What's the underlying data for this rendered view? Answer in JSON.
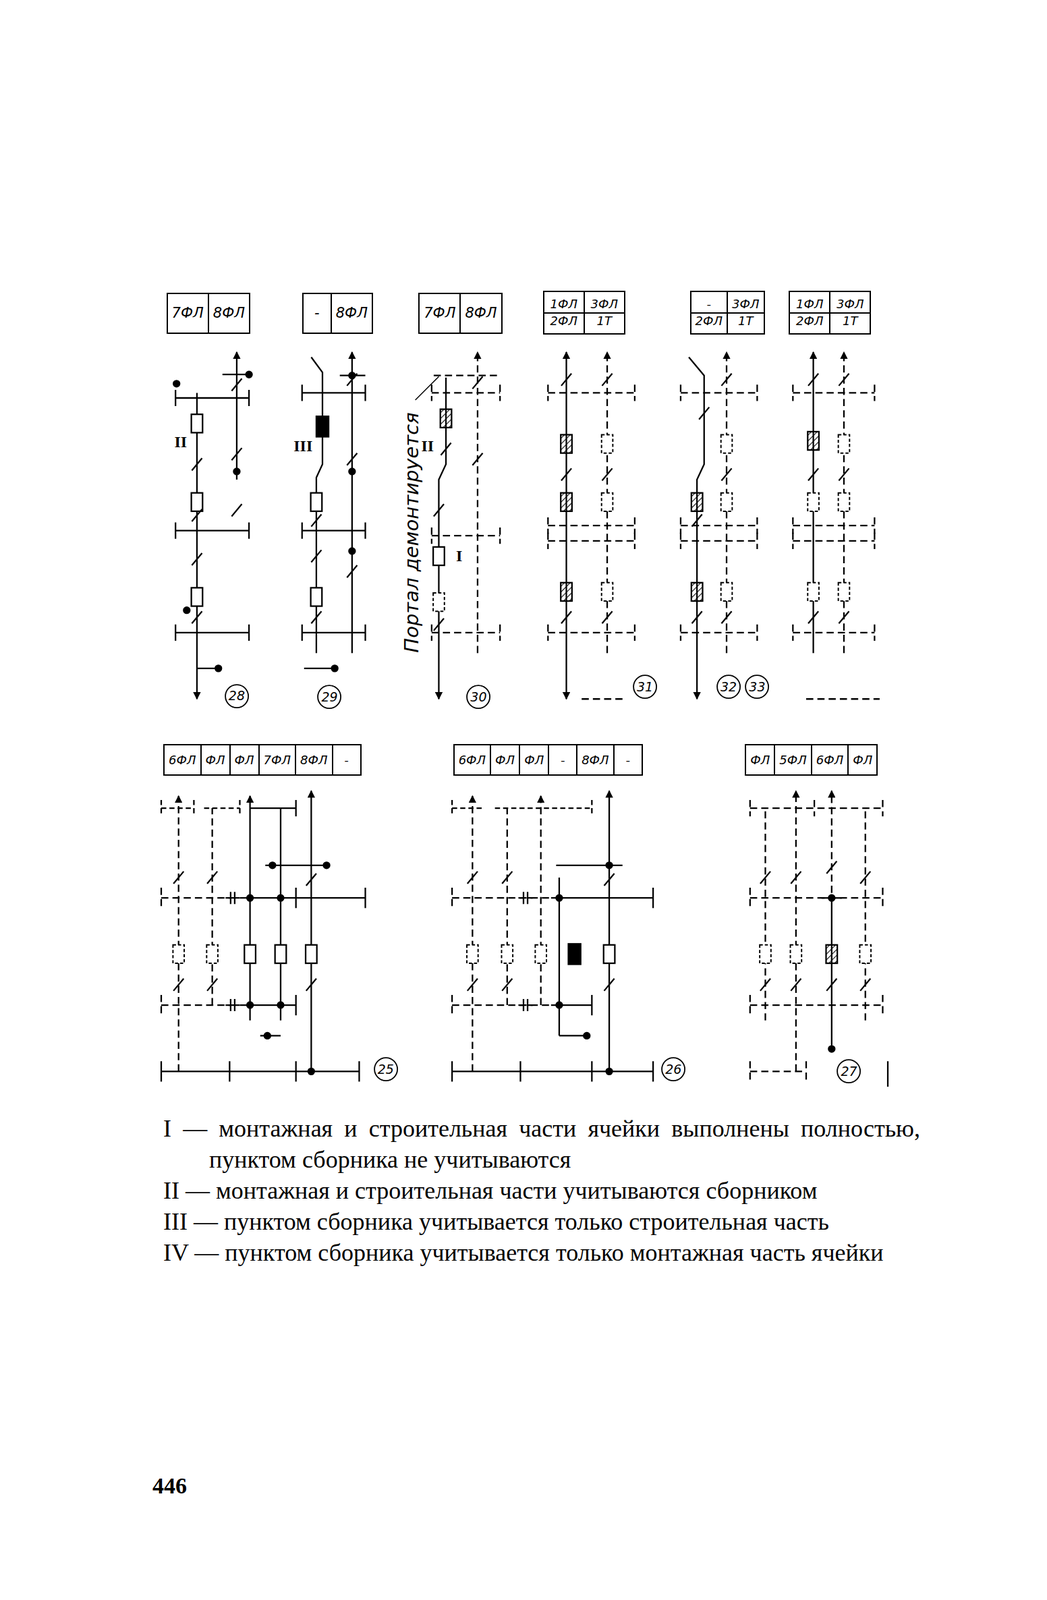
{
  "diagram": {
    "nodes": [
      {
        "text": [
          "28"
        ]
      },
      {
        "text": [
          "29"
        ]
      },
      {
        "text": [
          "30"
        ]
      },
      {
        "text": [
          "31"
        ]
      },
      {
        "text": [
          "32"
        ]
      },
      {
        "text": [
          "33"
        ]
      },
      {
        "text": [
          "25"
        ]
      },
      {
        "text": [
          "26"
        ]
      },
      {
        "text": [
          "27"
        ]
      }
    ],
    "labels": [
      "7ФЛ",
      "8ФЛ",
      "-",
      "8ФЛ",
      "7ФЛ",
      "8ФЛ",
      "1ФЛ",
      "2ФЛ",
      "3ФЛ",
      "1Т",
      "-",
      "2ФЛ",
      "3ФЛ",
      "1Т",
      "1ФЛ",
      "2ФЛ",
      "3ФЛ",
      "1Т",
      "6ФЛ",
      "ФЛ",
      "ФЛ",
      "7ФЛ",
      "8ФЛ",
      "-",
      "6ФЛ",
      "ФЛ",
      "ФЛ",
      "-",
      "8ФЛ",
      "-",
      "ФЛ",
      "5ФЛ",
      "6ФЛ",
      "ФЛ",
      "II",
      "III",
      "II",
      "I",
      "Портал демонтируется",
      "I — монтажная и строительная части ячейки выполнены полностью, пунктом сборника не учитываются",
      "II — монтажная и строительная части учитываются сборником",
      "III — пунктом сборника учитывается только строительная часть",
      "IV — пунктом сборника учитывается только монтажная часть ячейки",
      "446"
    ]
  }
}
